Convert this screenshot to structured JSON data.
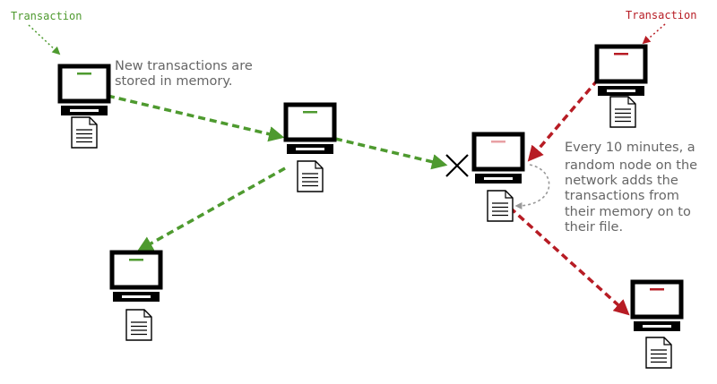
{
  "colors": {
    "green": "#4e9a2f",
    "red": "#b71c24",
    "grey_arrow": "#999999",
    "note_text": "#666666",
    "ink": "#000000"
  },
  "labels": {
    "transaction_green": "Transaction",
    "transaction_red": "Transaction"
  },
  "notes": {
    "memory": [
      "New transactions are",
      "stored in memory."
    ],
    "mining": [
      "Every 10 minutes, a",
      "random node on the",
      "network adds the",
      "transactions from",
      "their memory on to",
      "their file."
    ]
  },
  "icons": {
    "computer": "computer-icon",
    "document": "document-icon",
    "rejected": "cross-icon"
  }
}
